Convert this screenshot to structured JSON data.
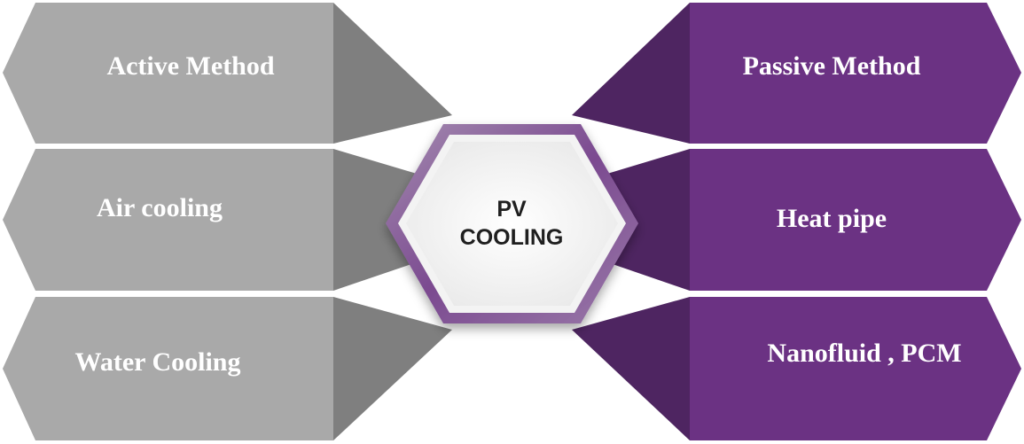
{
  "center": {
    "line1": "PV",
    "line2": "COOLING"
  },
  "left": {
    "items": [
      {
        "label": "Active Method"
      },
      {
        "label": "Air cooling"
      },
      {
        "label": "Water Cooling"
      }
    ]
  },
  "right": {
    "items": [
      {
        "label": "Passive Method"
      },
      {
        "label": "Heat pipe"
      },
      {
        "label": "Nanofluid , PCM"
      }
    ]
  },
  "colors": {
    "left_light": "#a8a8a8",
    "left_dark": "#7e7e7e",
    "right_light": "#6a3282",
    "right_dark": "#4d2460",
    "center_ring": "#7b4a90",
    "center_fill": "#ffffff"
  }
}
